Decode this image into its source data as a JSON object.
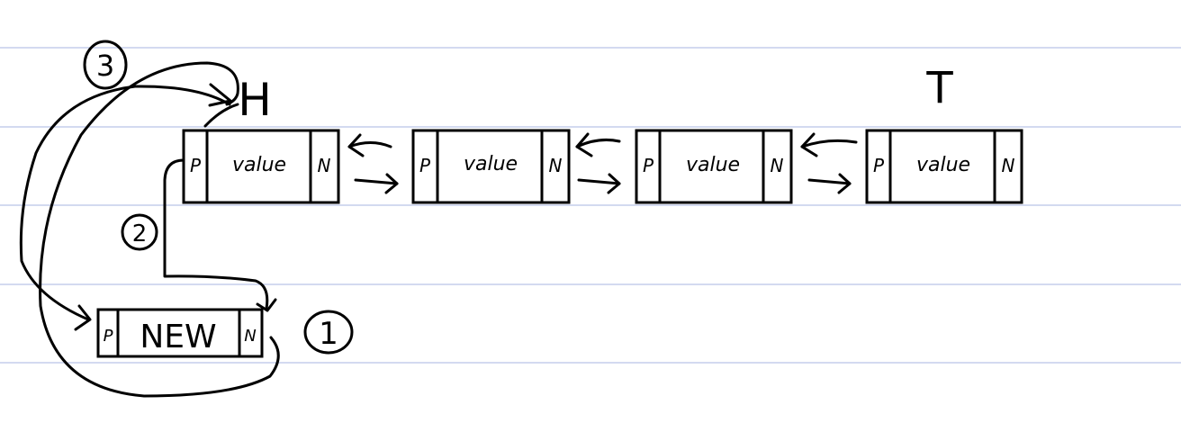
{
  "labels": {
    "head": "H",
    "tail": "T",
    "step_1": "1",
    "step_2": "2",
    "step_3": "3"
  },
  "nodes": [
    {
      "prev": "P",
      "value": "value",
      "next": "N"
    },
    {
      "prev": "P",
      "value": "value",
      "next": "N"
    },
    {
      "prev": "P",
      "value": "value",
      "next": "N"
    },
    {
      "prev": "P",
      "value": "value",
      "next": "N"
    }
  ],
  "new_node": {
    "prev": "P",
    "value": "NEW",
    "next": "N"
  }
}
